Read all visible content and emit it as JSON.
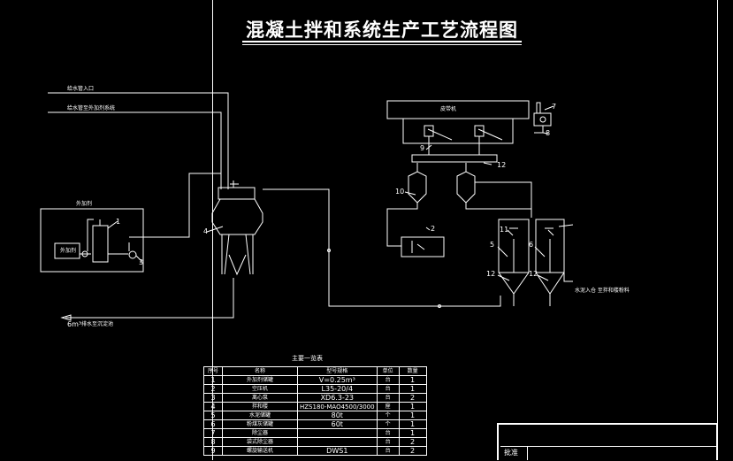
{
  "title": "混凝土拌和系统生产工艺流程图",
  "pipe_labels": {
    "water_in_1": "给水管入口",
    "water_in_2": "给水管至外加剂系统",
    "drain": "6m³",
    "drain_text": "排水至沉淀池",
    "cement_out": "水泥入仓  至拌和楼粉料",
    "pump_room": "外加剂",
    "tank": "外加剂",
    "conveyor": "皮带机",
    "part_table_title": "主要一览表"
  },
  "callouts": [
    "1",
    "2",
    "3",
    "4",
    "5",
    "6",
    "7",
    "8",
    "9",
    "10",
    "11",
    "12",
    "12",
    "12"
  ],
  "parts": {
    "headers": [
      "序号",
      "名称",
      "型号规格",
      "单位",
      "数量"
    ],
    "rows": [
      [
        "1",
        "外加剂储罐",
        "V=0.25m³",
        "台",
        "1"
      ],
      [
        "2",
        "空压机",
        "L35-20/4",
        "台",
        "1"
      ],
      [
        "3",
        "离心泵",
        "XD6.3-23",
        "台",
        "2"
      ],
      [
        "4",
        "拌和楼",
        "HZS180-MAO4500/3000",
        "座",
        "1"
      ],
      [
        "5",
        "水泥储罐",
        "80t",
        "个",
        "1"
      ],
      [
        "6",
        "粉煤灰储罐",
        "60t",
        "个",
        "1"
      ],
      [
        "7",
        "除尘器",
        "",
        "台",
        "1"
      ],
      [
        "8",
        "袋式除尘器",
        "",
        "台",
        "2"
      ],
      [
        "9",
        "螺旋输送机",
        "DWS1",
        "台",
        "2"
      ]
    ]
  },
  "title_block": {
    "label": "批准"
  }
}
